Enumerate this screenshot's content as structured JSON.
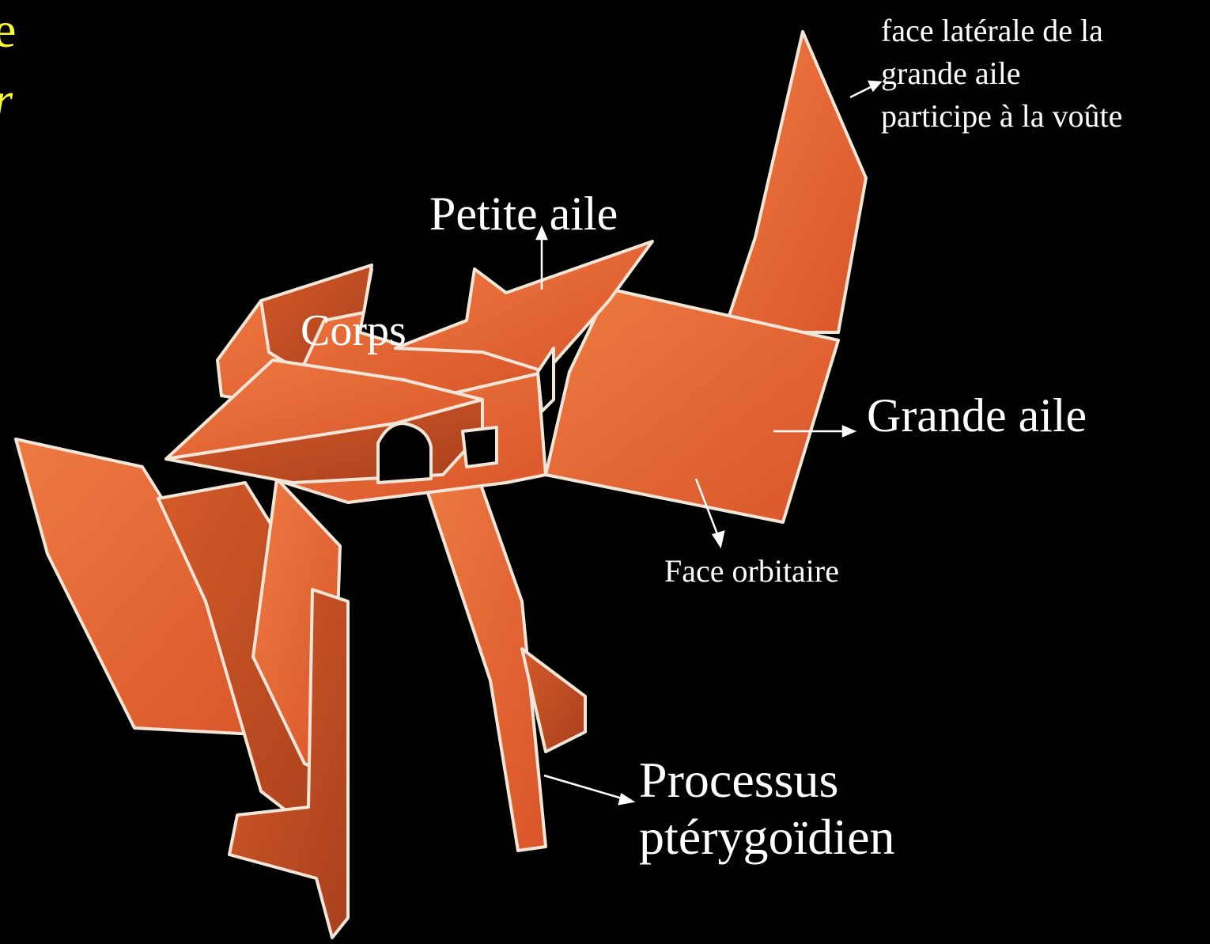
{
  "title_fragments": {
    "line1": "e",
    "line2": "r"
  },
  "labels": {
    "petite_aile": "Petite aile",
    "corps": "Corps",
    "grande_aile": "Grande aile",
    "face_orbitaire": "Face orbitaire",
    "face_laterale": [
      "face latérale de la",
      "grande aile",
      "participe à la voûte"
    ],
    "processus": [
      "Processus",
      "ptérygoïdien"
    ]
  },
  "colors": {
    "background": "#000000",
    "bone": "#e4632e",
    "bone_dark": "#b8461f",
    "bone_light": "#f08a55",
    "edge": "#f3e6d8",
    "label_text": "#ffffff",
    "title_text": "#ffff33"
  }
}
